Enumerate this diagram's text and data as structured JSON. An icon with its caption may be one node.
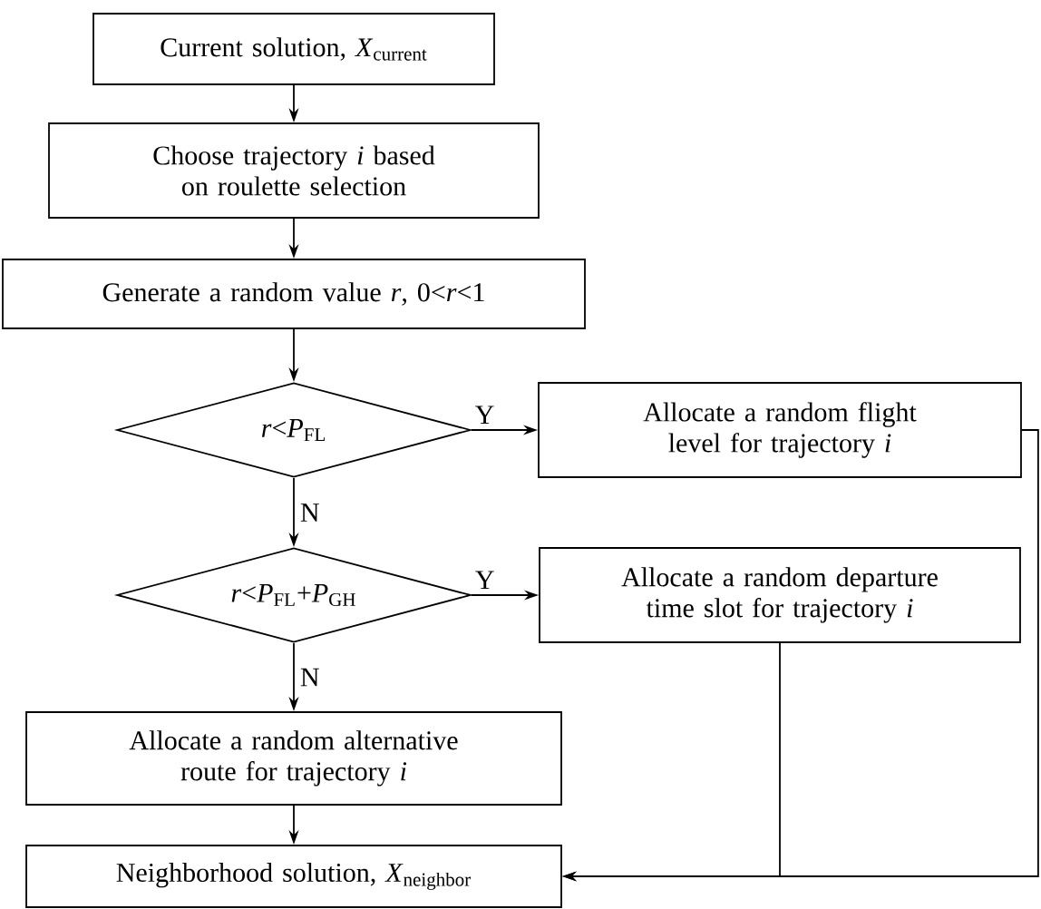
{
  "diagram": {
    "nodes": [
      {
        "text": [
          "Current solution, *X*$_{current}$"
        ]
      },
      {
        "text": [
          "Choose trajectory *i* based on roulette selection"
        ]
      },
      {
        "text": [
          "Generate a random value *r*, 0<*r*<1"
        ]
      },
      {
        "text": [
          "*r*<*P*$_{FL}$"
        ]
      },
      {
        "text": [
          "Allocate a random flight level for trajectory *i*"
        ]
      },
      {
        "text": [
          "*r*<*P*$_{FL}$+*P*$_{GH}$"
        ]
      },
      {
        "text": [
          "Allocate a random departure time slot for trajectory *i*"
        ]
      },
      {
        "text": [
          "Allocate a random alternative route for trajectory *i*"
        ]
      },
      {
        "text": [
          "Neighborhood solution, *X*$_{neighbor}$"
        ]
      }
    ],
    "edges": [
      {
        "from": 0,
        "to": 1,
        "arrow": "to"
      },
      {
        "from": 1,
        "to": 2,
        "arrow": "to"
      },
      {
        "from": 2,
        "to": 3,
        "arrow": "to"
      },
      {
        "from": 3,
        "to": 4,
        "arrow": "to",
        "label": "Y"
      },
      {
        "from": 3,
        "to": 5,
        "arrow": "to",
        "label": "N"
      },
      {
        "from": 5,
        "to": 6,
        "arrow": "to",
        "label": "Y"
      },
      {
        "from": 5,
        "to": 7,
        "arrow": "to",
        "label": "N"
      },
      {
        "from": 7,
        "to": 8,
        "arrow": "to"
      },
      {
        "from": 6,
        "to": 8,
        "arrow": "to"
      },
      {
        "from": 4,
        "to": 8,
        "arrow": "to"
      }
    ]
  }
}
